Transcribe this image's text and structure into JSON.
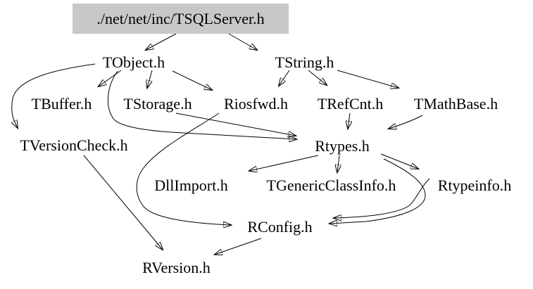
{
  "graph": {
    "title": "include dependency graph for ./net/net/inc/TSQLServer.h",
    "colors": {
      "highlight_bg": "#c8c8c8",
      "text": "#000000",
      "edge": "#000000",
      "background": "#ffffff"
    },
    "nodes": [
      {
        "id": "tsqlserver",
        "label": "./net/net/inc/TSQLServer.h",
        "highlighted": true
      },
      {
        "id": "tobject",
        "label": "TObject.h",
        "highlighted": false
      },
      {
        "id": "tstring",
        "label": "TString.h",
        "highlighted": false
      },
      {
        "id": "tbuffer",
        "label": "TBuffer.h",
        "highlighted": false
      },
      {
        "id": "tstorage",
        "label": "TStorage.h",
        "highlighted": false
      },
      {
        "id": "riosfwd",
        "label": "Riosfwd.h",
        "highlighted": false
      },
      {
        "id": "trefcnt",
        "label": "TRefCnt.h",
        "highlighted": false
      },
      {
        "id": "tmathbase",
        "label": "TMathBase.h",
        "highlighted": false
      },
      {
        "id": "tversioncheck",
        "label": "TVersionCheck.h",
        "highlighted": false
      },
      {
        "id": "rtypes",
        "label": "Rtypes.h",
        "highlighted": false
      },
      {
        "id": "dllimport",
        "label": "DllImport.h",
        "highlighted": false
      },
      {
        "id": "tgenericclassinfo",
        "label": "TGenericClassInfo.h",
        "highlighted": false
      },
      {
        "id": "rtypeinfo",
        "label": "Rtypeinfo.h",
        "highlighted": false
      },
      {
        "id": "rconfig",
        "label": "RConfig.h",
        "highlighted": false
      },
      {
        "id": "rversion",
        "label": "RVersion.h",
        "highlighted": false
      }
    ],
    "edges": [
      {
        "from": "tsqlserver",
        "to": "tobject"
      },
      {
        "from": "tsqlserver",
        "to": "tstring"
      },
      {
        "from": "tobject",
        "to": "tbuffer"
      },
      {
        "from": "tobject",
        "to": "tstorage"
      },
      {
        "from": "tobject",
        "to": "riosfwd"
      },
      {
        "from": "tobject",
        "to": "tversioncheck"
      },
      {
        "from": "tobject",
        "to": "rtypes"
      },
      {
        "from": "tstorage",
        "to": "rtypes"
      },
      {
        "from": "tstring",
        "to": "riosfwd"
      },
      {
        "from": "tstring",
        "to": "trefcnt"
      },
      {
        "from": "tstring",
        "to": "tmathbase"
      },
      {
        "from": "trefcnt",
        "to": "rtypes"
      },
      {
        "from": "tmathbase",
        "to": "rtypes"
      },
      {
        "from": "riosfwd",
        "to": "rconfig"
      },
      {
        "from": "rtypes",
        "to": "dllimport"
      },
      {
        "from": "rtypes",
        "to": "tgenericclassinfo"
      },
      {
        "from": "rtypes",
        "to": "rtypeinfo"
      },
      {
        "from": "rtypes",
        "to": "rconfig"
      },
      {
        "from": "rtypeinfo",
        "to": "rconfig"
      },
      {
        "from": "tversioncheck",
        "to": "rversion"
      },
      {
        "from": "rconfig",
        "to": "rversion"
      }
    ]
  }
}
